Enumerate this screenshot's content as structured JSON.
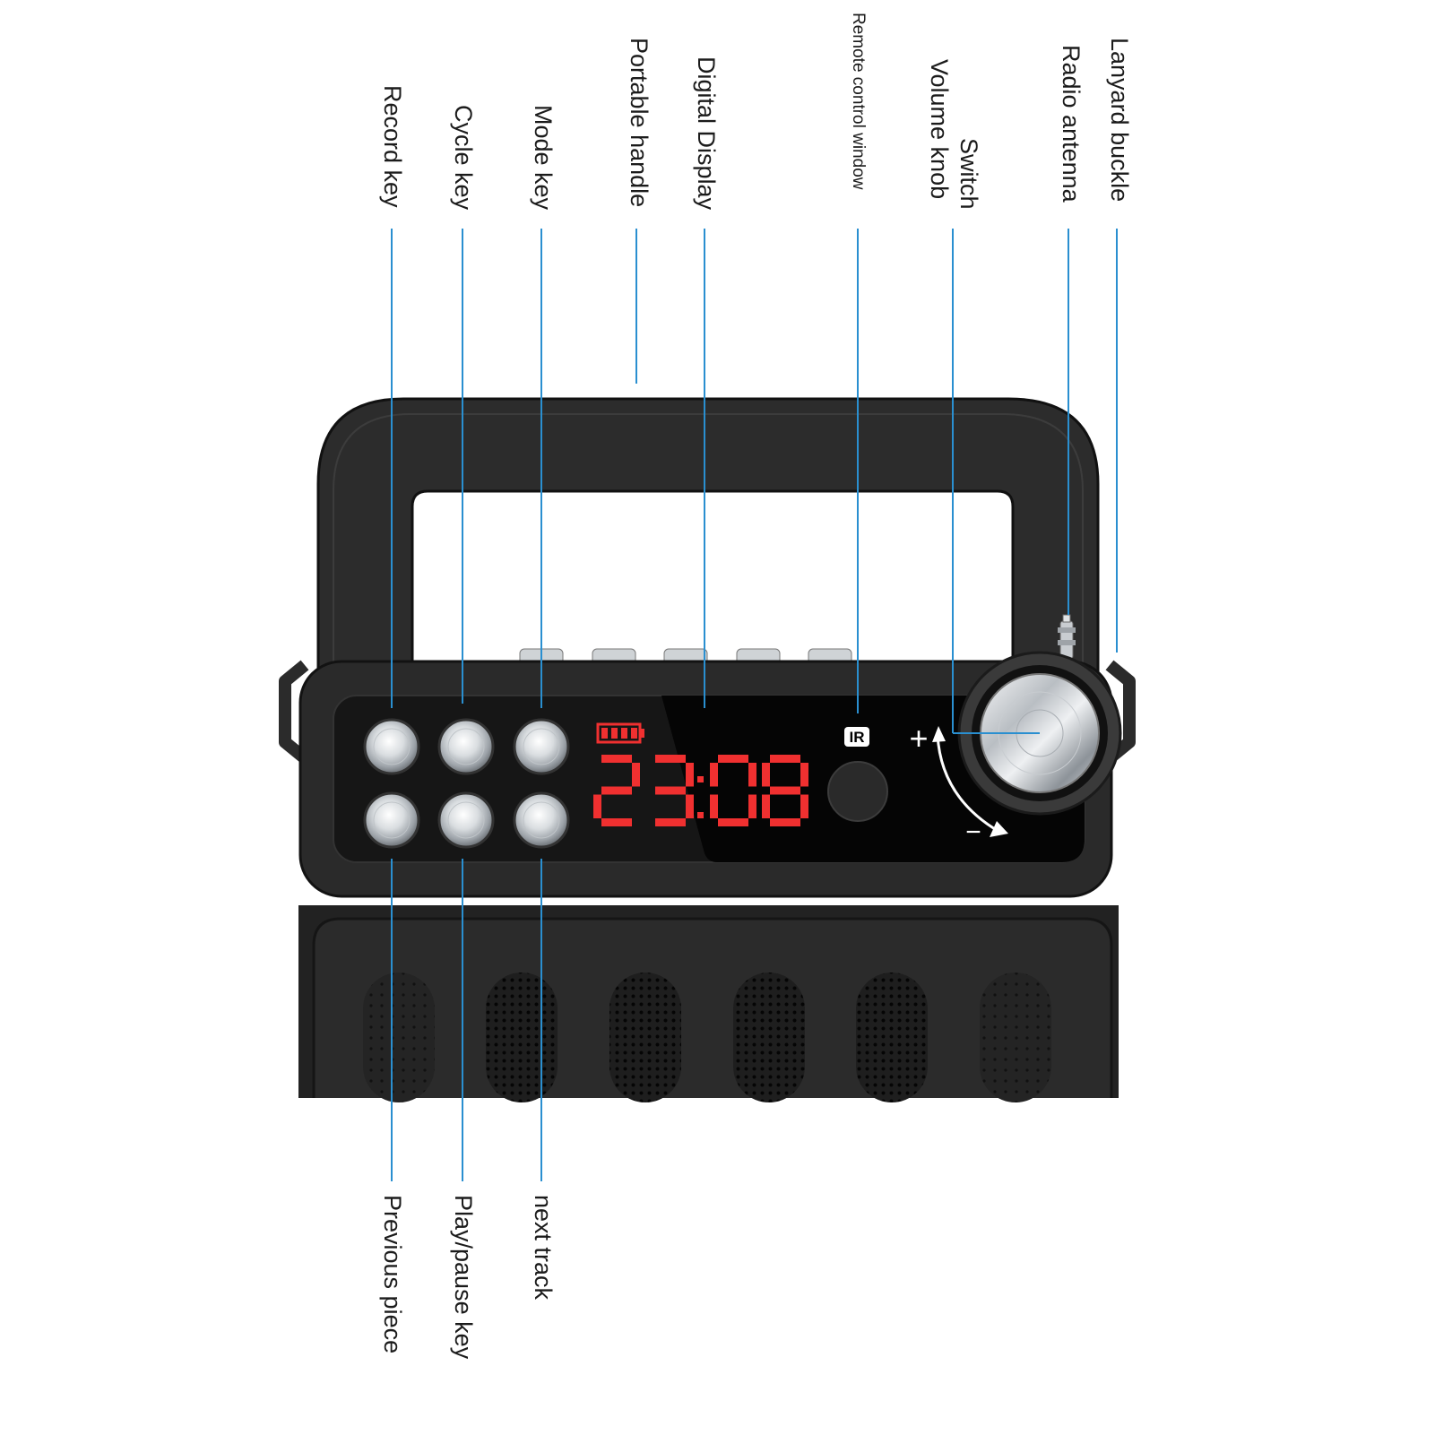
{
  "labels": {
    "top": [
      {
        "key": "record",
        "text": "Record key"
      },
      {
        "key": "cycle",
        "text": "Cycle key"
      },
      {
        "key": "mode",
        "text": "Mode key"
      },
      {
        "key": "handle",
        "text": "Portable handle"
      },
      {
        "key": "display",
        "text": "Digital Display"
      },
      {
        "key": "ir",
        "text": "Remote control window"
      },
      {
        "key": "switch",
        "text": "Switch"
      },
      {
        "key": "volume",
        "text": "Volume knob"
      },
      {
        "key": "antenna",
        "text": "Radio antenna"
      },
      {
        "key": "lanyard",
        "text": "Lanyard buckle"
      }
    ],
    "bottom": [
      {
        "key": "previous",
        "text": "Previous piece"
      },
      {
        "key": "playpause",
        "text": "Play/pause key"
      },
      {
        "key": "next",
        "text": "next track"
      }
    ]
  },
  "display": {
    "time": "23:08",
    "digits": [
      "2",
      "3",
      "0",
      "8"
    ],
    "battery_bars": 4,
    "ir_badge": "IR",
    "plus": "+",
    "minus": "−"
  },
  "colors": {
    "leader_line": "#2a8fd0",
    "led_red": "#f03030",
    "body": "#2a2a2a",
    "panel": "#0a0a0a"
  }
}
